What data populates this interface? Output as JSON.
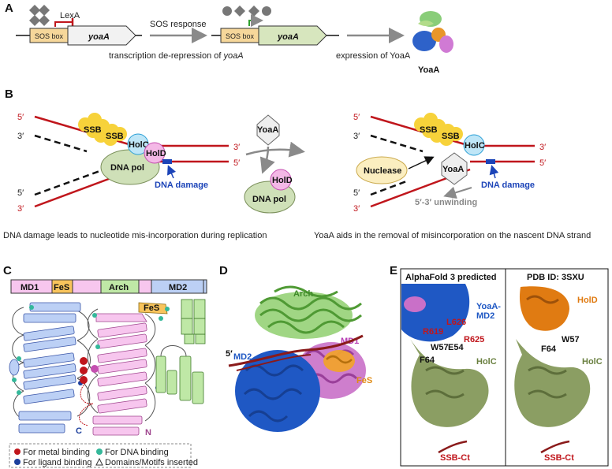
{
  "panels": {
    "a": "A",
    "b": "B",
    "c": "C",
    "d": "D",
    "e": "E"
  },
  "panel_a": {
    "lexa": "LexA",
    "sos_box_1": "SOS box",
    "gene_1": "yoaA",
    "sos_response": "SOS response",
    "derepression_prefix": "transcription de-repression of ",
    "derepression_gene": "yoaA",
    "sos_box_2": "SOS box",
    "gene_2": "yoaA",
    "expression": "expression of YoaA",
    "protein": "YoaA"
  },
  "panel_b": {
    "five_prime": "5′",
    "three_prime": "3′",
    "ssb1": "SSB",
    "ssb2": "SSB",
    "holc": "HolC",
    "hold": "HolD",
    "dna_pol": "DNA pol",
    "dna_damage": "DNA damage",
    "yoaa_free": "YoaA",
    "hold_free": "HolD",
    "dna_pol_free": "DNA pol",
    "nuclease": "Nuclease",
    "yoaa_bound": "YoaA",
    "holc_right": "HolC",
    "unwinding": "5′-3′ unwinding",
    "dna_damage_right": "DNA damage",
    "caption_left": "DNA damage leads to nucleotide mis-incorporation during replication",
    "caption_right": "YoaA aids in the removal of misincorporation on the nascent DNA strand"
  },
  "panel_c": {
    "domains": [
      "MD1",
      "FeS",
      "Arch",
      "MD2"
    ],
    "fes_tag": "FeS",
    "c_term": "C",
    "n_term": "N",
    "legend": {
      "metal": "For metal binding",
      "ligand": "For ligand binding",
      "dna": "For DNA binding",
      "inserted": "Domains/Motifs inserted"
    }
  },
  "panel_d": {
    "arch": "Arch",
    "md1": "MD1",
    "md2": "MD2",
    "fes": "FeS",
    "five_prime": "5′"
  },
  "panel_e": {
    "left_title": "AlphaFold 3 predicted",
    "right_title": "PDB ID: 3SXU",
    "yoaa_md2_line1": "YoaA-",
    "yoaa_md2_line2": "MD2",
    "res_l626": "L626",
    "res_r619": "R619",
    "res_r625": "R625",
    "res_w57": "W57",
    "res_e54": "E54",
    "res_f64": "F64",
    "holc_left": "HolC",
    "ssb_ct_left": "SSB-Ct",
    "hold_right": "HolD",
    "res_w57_r": "W57",
    "res_f64_r": "F64",
    "holc_right": "HolC",
    "ssb_ct_right": "SSB-Ct"
  },
  "colors": {
    "dna_red": "#c0161c",
    "damage_blue": "#1c44b8",
    "sos_box": "#f6d79a",
    "yoaa_gene": "#d7e6be",
    "ssb": "#f7d23a",
    "holc": "#bfe6f7",
    "hold": "#f4b8e6",
    "dna_pol": "#cfe0b8",
    "md1": "#f7c6ee",
    "fes": "#f8c45c",
    "arch": "#bfe8a6",
    "md2": "#bcd0f5",
    "holc_green": "#7e935a",
    "hold_orange": "#e07b12"
  }
}
